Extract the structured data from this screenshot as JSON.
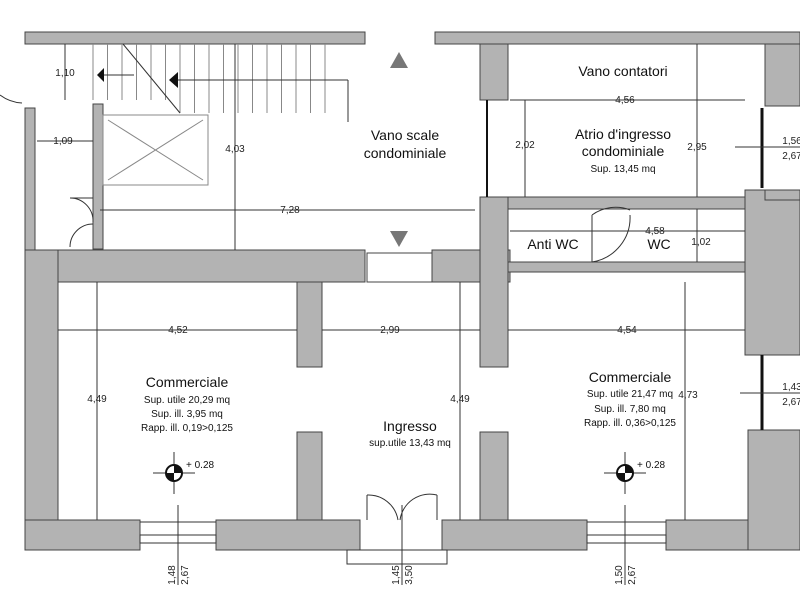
{
  "plan": {
    "rooms": {
      "stairwell": {
        "line1": "Vano scale",
        "line2": "condominiale"
      },
      "meter_room": {
        "label": "Vano contatori"
      },
      "atrium": {
        "line1": "Atrio d'ingresso",
        "line2": "condominiale",
        "area": "Sup. 13,45 mq"
      },
      "anti_wc": {
        "label": "Anti WC"
      },
      "wc": {
        "label": "WC"
      },
      "commercial_left": {
        "title": "Commerciale",
        "area": "Sup. utile 20,29 mq",
        "lit_area": "Sup. ill. 3,95 mq",
        "ratio": "Rapp. ill. 0,19>0,125"
      },
      "entrance": {
        "title": "Ingresso",
        "area": "sup.utile 13,43 mq"
      },
      "commercial_right": {
        "title": "Commerciale",
        "area": "Sup. utile 21,47 mq",
        "lit_area": "Sup. ill. 7,80 mq",
        "ratio": "Rapp. ill. 0,36>0,125"
      }
    },
    "dimensions": {
      "stair_width": "1,10",
      "corridor_width": "1,09",
      "stair_height": "4,03",
      "stair_length": "7,28",
      "atrium_width": "4,56",
      "atrium_depth_left": "2,02",
      "atrium_depth_right": "2,95",
      "atrium_window_top": "1,56",
      "atrium_window_bottom": "2,67",
      "wc_width": "4,58",
      "wc_depth": "1,02",
      "left_shop_width": "4,52",
      "entrance_width": "2,99",
      "right_shop_width": "4,54",
      "left_shop_depth": "4,49",
      "entrance_depth": "4,49",
      "right_shop_depth": "4,73",
      "right_window_top": "1,43",
      "right_window_bottom": "2,67",
      "bottom_left_window_top": "1,48",
      "bottom_left_window_bottom": "2,67",
      "door_top": "1,45",
      "door_bottom": "3,50",
      "bottom_right_window_top": "1,50",
      "bottom_right_window_bottom": "2,67"
    },
    "levels": {
      "left": "+ 0.28",
      "right": "+ 0.28"
    }
  }
}
